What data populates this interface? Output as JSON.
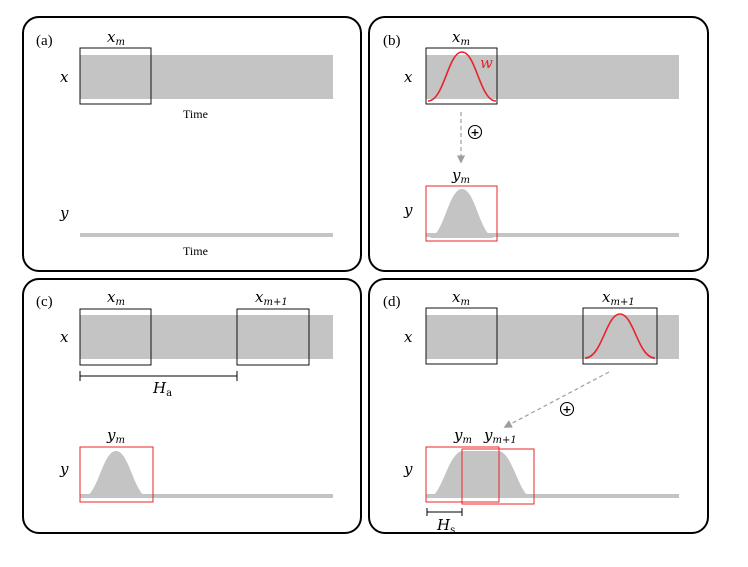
{
  "colors": {
    "band": "#c4c4c4",
    "window_red": "#e8242a",
    "window_black": "#111111",
    "arrow": "#9e9e9e",
    "border": "#000000"
  },
  "panels": {
    "a": {
      "label": "(a)",
      "x_label": "x",
      "y_label": "y",
      "window_label": "x",
      "window_sub": "m",
      "time_top": "Time",
      "time_bottom": "Time"
    },
    "b": {
      "label": "(b)",
      "x_label": "x",
      "y_label": "y",
      "window_label": "x",
      "window_sub": "m",
      "w_label": "w",
      "out_label": "y",
      "out_sub": "m",
      "op_symbol": "+"
    },
    "c": {
      "label": "(c)",
      "x_label": "x",
      "y_label": "y",
      "win1_label": "x",
      "win1_sub": "m",
      "win2_label": "x",
      "win2_sub": "m+1",
      "hop_label": "H",
      "hop_sub": "a",
      "out_label": "y",
      "out_sub": "m"
    },
    "d": {
      "label": "(d)",
      "x_label": "x",
      "y_label": "y",
      "win1_label": "x",
      "win1_sub": "m",
      "win2_label": "x",
      "win2_sub": "m+1",
      "out1_label": "y",
      "out1_sub": "m",
      "out2_label": "y",
      "out2_sub": "m+1",
      "hop_label": "H",
      "hop_sub": "s",
      "op_symbol": "+"
    }
  }
}
